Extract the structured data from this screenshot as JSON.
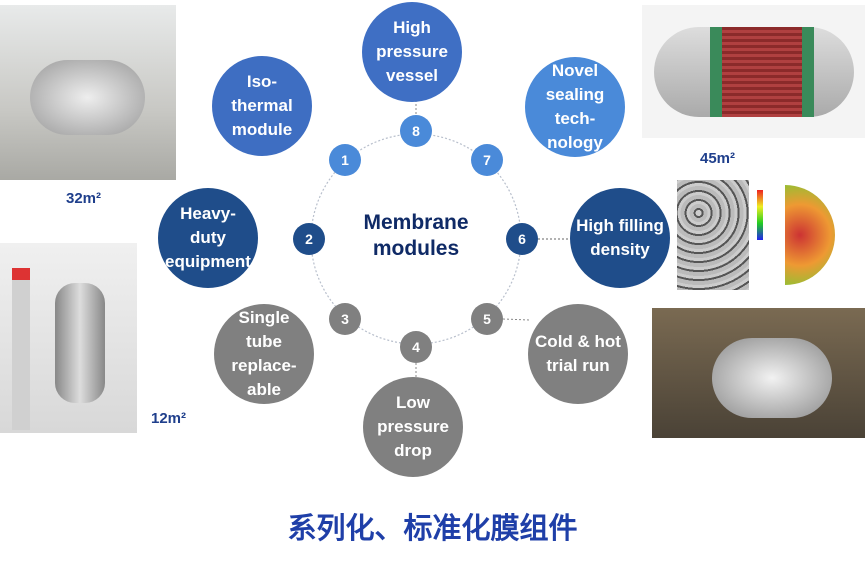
{
  "center_title": "Membrane modules",
  "features": [
    {
      "num": "1",
      "label": "Iso-thermal module"
    },
    {
      "num": "2",
      "label": "Heavy-duty equipment"
    },
    {
      "num": "3",
      "label": "Single tube replace-able"
    },
    {
      "num": "4",
      "label": "Low pressure drop"
    },
    {
      "num": "5",
      "label": "Cold & hot trial run"
    },
    {
      "num": "6",
      "label": "High filling density"
    },
    {
      "num": "7",
      "label": "Novel sealing tech-nology"
    },
    {
      "num": "8",
      "label": "High pressure vessel"
    }
  ],
  "photos": {
    "area_32": "32m²",
    "area_12": "12m²",
    "area_45": "45m²"
  },
  "footer_title": "系列化、标准化膜组件",
  "colors": {
    "light_blue": "#4a8ad9",
    "mid_blue": "#3f6fc4",
    "dark_blue": "#1f4d8a",
    "grey": "#808080",
    "title_blue": "#1f3fa8"
  }
}
